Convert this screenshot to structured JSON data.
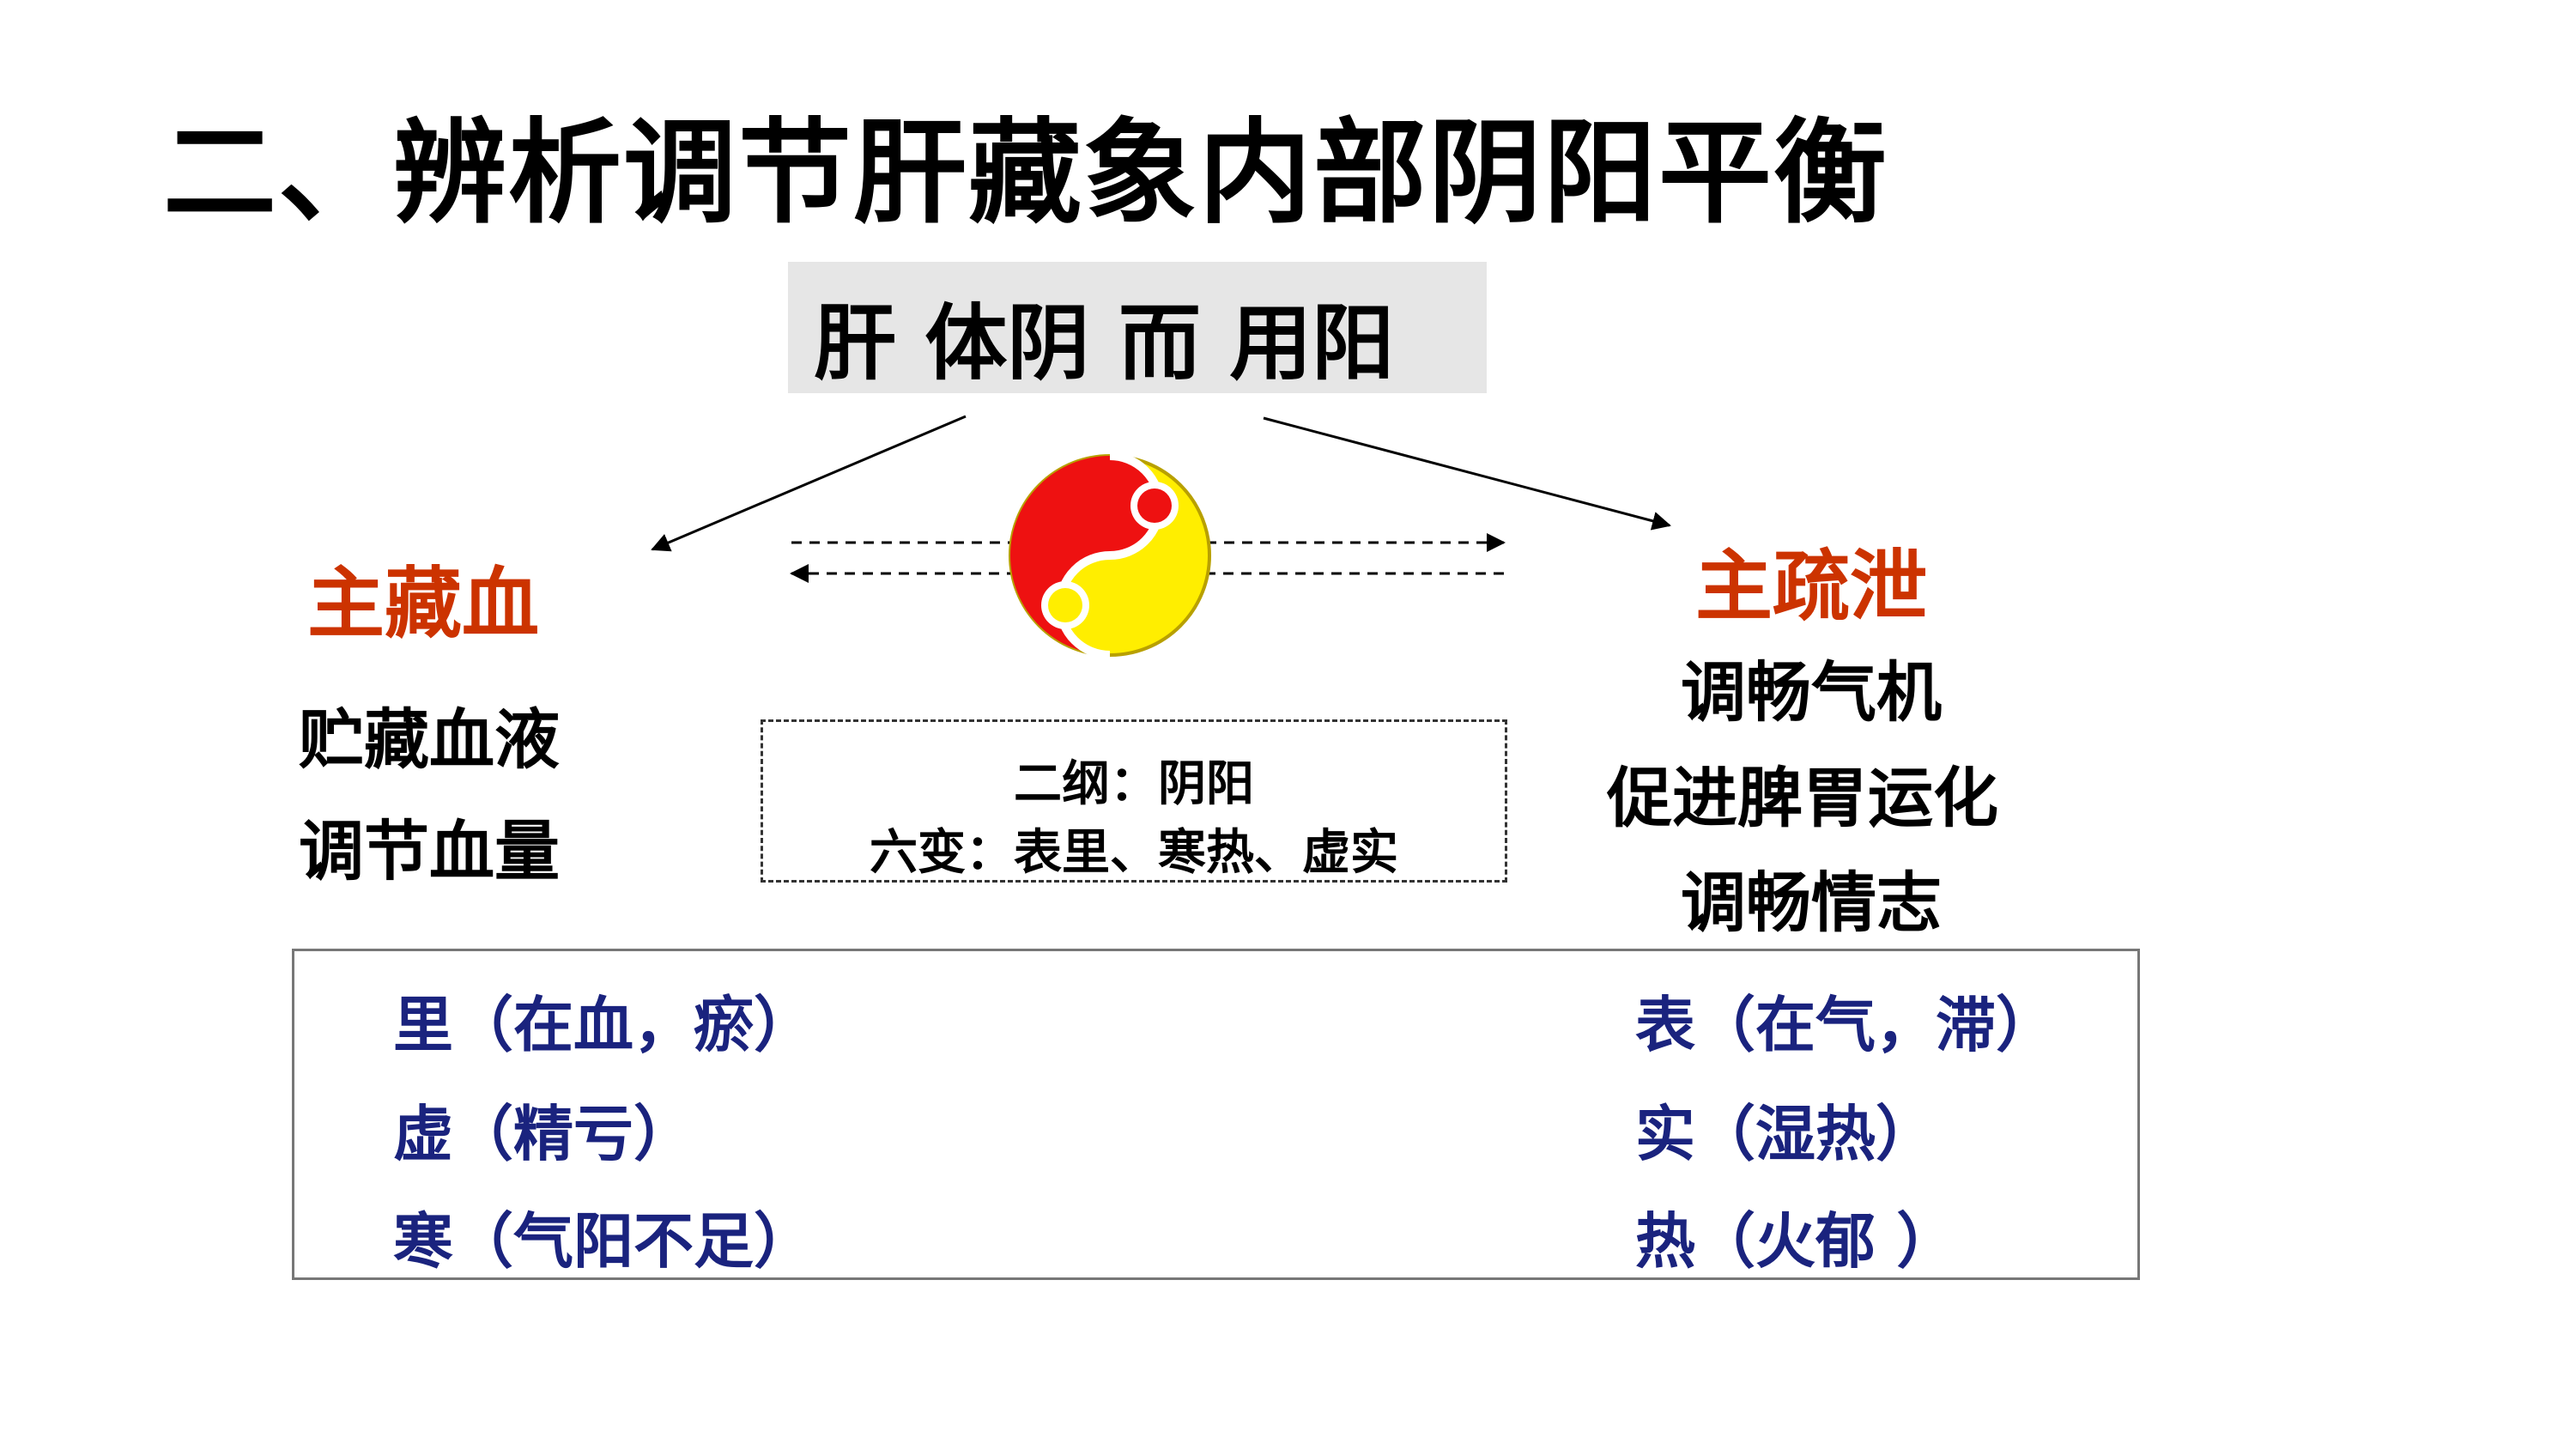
{
  "title": "二、辨析调节肝藏象内部阴阳平衡",
  "center": "肝 体阴 而 用阳",
  "left": {
    "heading": "主藏血",
    "items": [
      "贮藏血液",
      "调节血量"
    ]
  },
  "right": {
    "heading": "主疏泄",
    "items": [
      "调畅气机",
      "促进脾胃运化",
      "调畅情志"
    ]
  },
  "middle_box": {
    "line1": "二纲：阴阳",
    "line2": "六变：表里、寒热、虚实"
  },
  "bottom": {
    "left": [
      "里（在血，瘀）",
      "虚（精亏）",
      "寒（气阳不足）"
    ],
    "right": [
      "表（在气，滞）",
      "实（湿热）",
      "热（火郁 ）"
    ]
  },
  "colors": {
    "heading_red": "#cc3300",
    "bottom_blue": "#1a237e",
    "taiji_red": "#ee1111",
    "taiji_yellow": "#ffee00"
  }
}
